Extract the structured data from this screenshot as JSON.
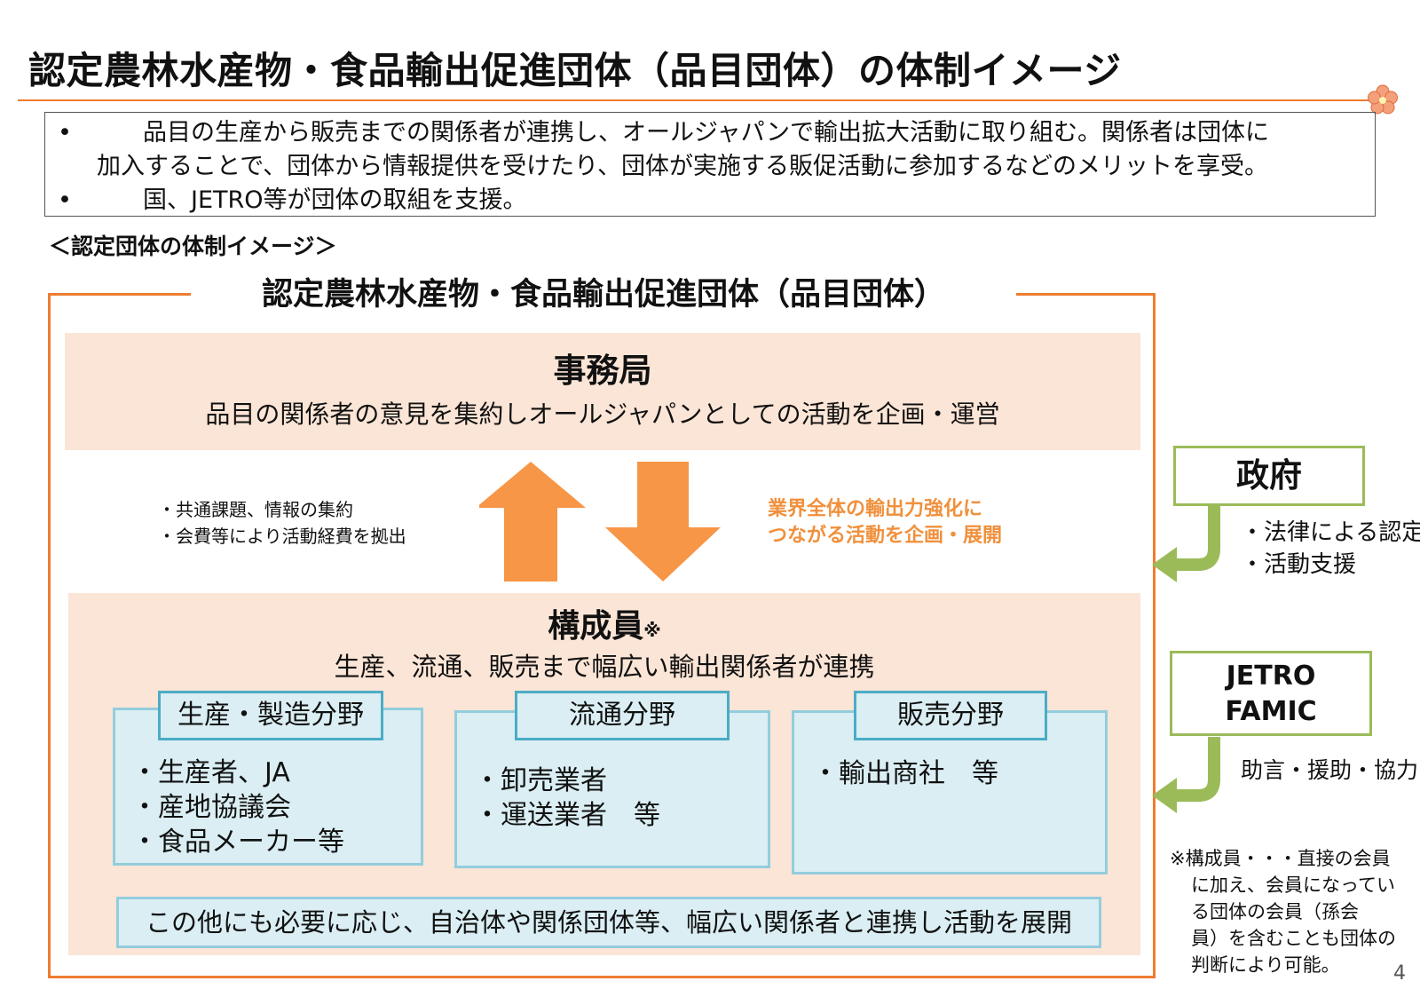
{
  "slide": {
    "title": "認定農林水産物・食品輸出促進団体（品目団体）の体制イメージ",
    "page_number": "4"
  },
  "summary": {
    "bullet": "•",
    "line1": "品目の生産から販売までの関係者が連携し、オールジャパンで輸出拡大活動に取り組む。関係者は団体に",
    "line1_cont": "加入することで、団体から情報提供を受けたり、団体が実施する販促活動に参加するなどのメリットを享受。",
    "line2": "国、JETRO等が団体の取組を支援。"
  },
  "section_heading": "＜認定団体の体制イメージ＞",
  "organization": {
    "title": "認定農林水産物・食品輸出促進団体（品目団体）",
    "secretariat": {
      "title": "事務局",
      "description": "品目の関係者の意見を集約しオールジャパンとしての活動を企画・運営"
    },
    "upward_flow": [
      "・共通課題、情報の集約",
      "・会費等により活動経費を拠出"
    ],
    "downward_flow": [
      "業界全体の輸出力強化に",
      "つながる活動を企画・展開"
    ],
    "members": {
      "title": "構成員",
      "mark": "※",
      "description": "生産、流通、販売まで幅広い輸出関係者が連携",
      "sectors": [
        {
          "label": "生産・製造分野",
          "items": [
            "・生産者、JA",
            "・産地協議会",
            "・食品メーカー等"
          ]
        },
        {
          "label": "流通分野",
          "items": [
            "・卸売業者",
            "・運送業者　等"
          ]
        },
        {
          "label": "販売分野",
          "items": [
            "・輸出商社　等"
          ]
        }
      ],
      "collaboration": "この他にも必要に応じ、自治体や関係団体等、幅広い関係者と連携し活動を展開"
    }
  },
  "government": {
    "label": "政府",
    "support": [
      "・法律による認定",
      "・活動支援"
    ]
  },
  "jetro": {
    "label_line1": "JETRO",
    "label_line2": "FAMIC",
    "support": "助言・援助・協力"
  },
  "note": [
    "※構成員・・・直接の会員",
    "に加え、会員になってい",
    "る団体の会員（孫会",
    "員）を含むことも団体の",
    "判断により可能。"
  ],
  "colors": {
    "accent_orange": "#ed7d31",
    "arrow_orange": "#f79646",
    "peach_fill": "#fbe5d6",
    "sector_fill": "#daeef3",
    "sector_border": "#4bacc6",
    "support_green": "#9bbb59"
  }
}
